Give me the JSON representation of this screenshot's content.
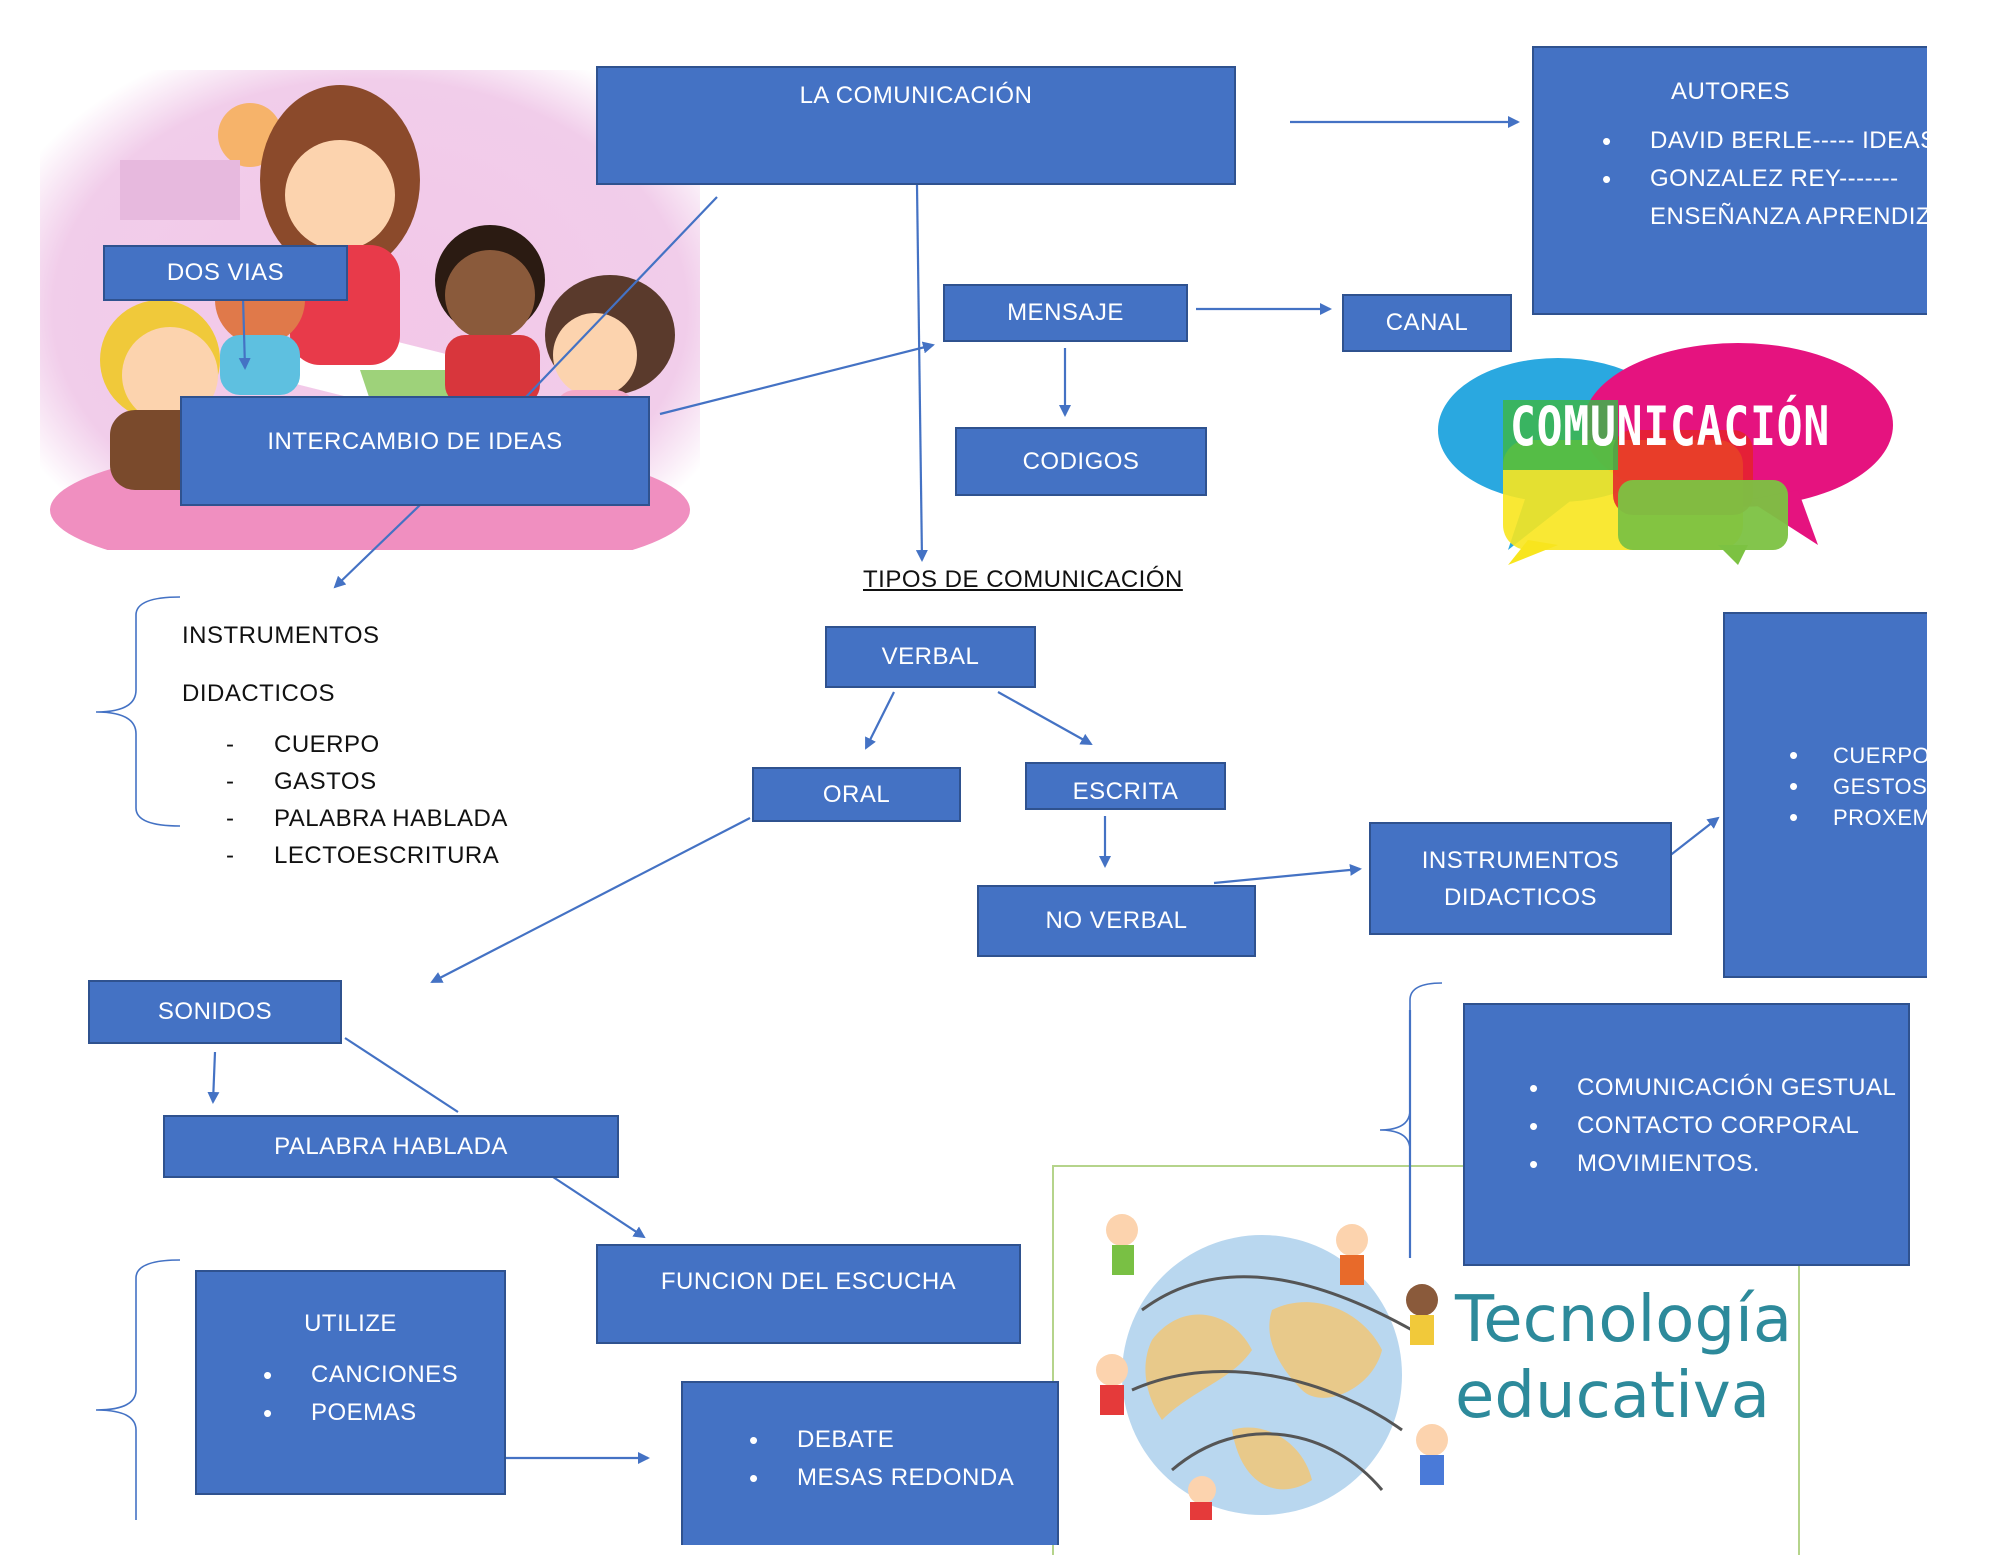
{
  "title_box": {
    "label": "LA COMUNICACIÓN"
  },
  "autores": {
    "heading": "AUTORES",
    "items": [
      "DAVID BERLE----- IDEAS",
      "GONZALEZ REY-------",
      "ENSEÑANZA APRENDIZAJE"
    ]
  },
  "nodes": {
    "dos_vias": "DOS VIAS",
    "mensaje": "MENSAJE",
    "canal": "CANAL",
    "intercambio": "INTERCAMBIO DE IDEAS",
    "codigos": "CODIGOS",
    "tipos": "TIPOS DE COMUNICACIÓN",
    "verbal": "VERBAL",
    "oral": "ORAL",
    "escrita": "ESCRITA",
    "no_verbal": "NO VERBAL",
    "instrumentos_didacticos": "INSTRUMENTOS DIDACTICOS",
    "sonidos": "SONIDOS",
    "palabra_hablada": "PALABRA HABLADA",
    "funcion_escucha": "FUNCION DEL ESCUCHA"
  },
  "instrumentos_list": {
    "line1": "INSTRUMENTOS",
    "line2": "DIDACTICOS",
    "items": [
      "CUERPO",
      "GASTOS",
      "PALABRA HABLADA",
      "LECTOESCRITURA"
    ]
  },
  "cuerpo_box": {
    "items": [
      "CUERPO",
      "GESTOS",
      "PROXEMIA"
    ]
  },
  "gestual_box": {
    "items": [
      "COMUNICACIÓN GESTUAL",
      "CONTACTO CORPORAL",
      "MOVIMIENTOS."
    ]
  },
  "utilize_box": {
    "heading": "UTILIZE",
    "items": [
      "CANCIONES",
      "POEMAS"
    ]
  },
  "debate_box": {
    "items": [
      "DEBATE",
      "MESAS REDONDA"
    ]
  },
  "logo_comunicacion": {
    "text": "COMUNICACIÓN"
  },
  "logo_tecnologia": {
    "line1": "Tecnología",
    "line2": "educativa"
  },
  "colors": {
    "box_fill": "#4472c4",
    "box_border": "#2f528f",
    "line": "#4472c4"
  }
}
